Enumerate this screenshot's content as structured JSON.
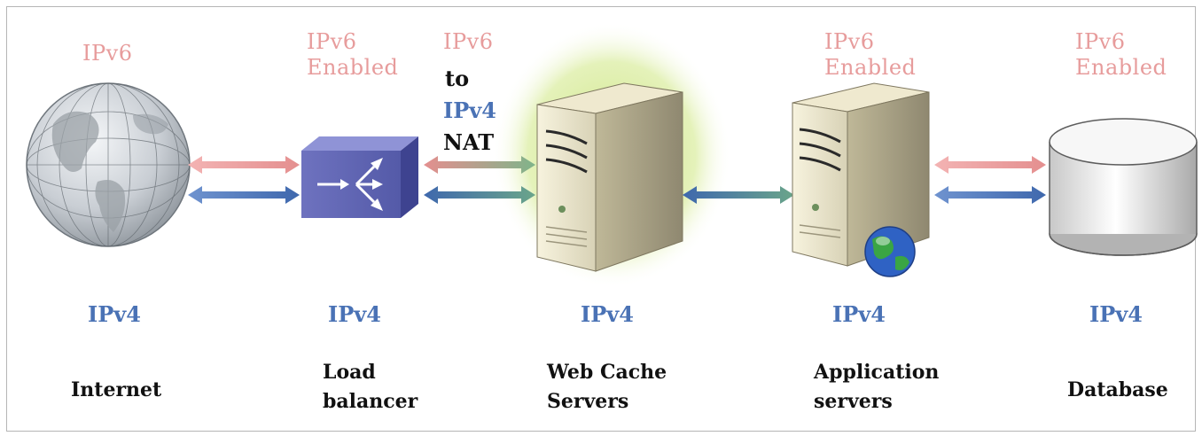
{
  "internet": {
    "top_label": "IPv6",
    "bottom_label": "IPv4",
    "name": "Internet"
  },
  "load_balancer": {
    "top_label": "IPv6\nEnabled",
    "bottom_label": "IPv4",
    "name": "Load\nbalancer"
  },
  "nat": {
    "line1": "IPv6",
    "line2": "to",
    "line3": "IPv4",
    "line4": "NAT"
  },
  "web_cache": {
    "bottom_label": "IPv4",
    "name": "Web Cache\nServers"
  },
  "app_servers": {
    "top_label": "IPv6\nEnabled",
    "bottom_label": "IPv4",
    "name": "Application\nservers"
  },
  "database": {
    "top_label": "IPv6\nEnabled",
    "bottom_label": "IPv4",
    "name": "Database"
  },
  "colors": {
    "ipv6": "#e79c9c",
    "ipv4": "#4a72b5",
    "accent_glow": "#c9e27a"
  }
}
